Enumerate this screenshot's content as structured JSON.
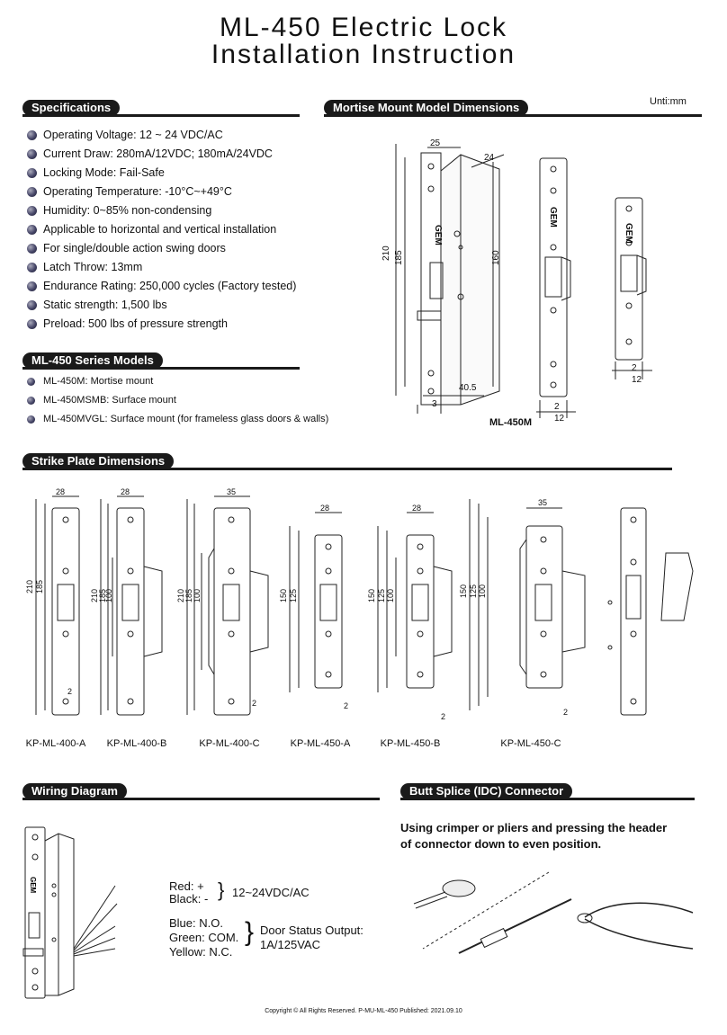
{
  "title": {
    "line1": "ML-450 Electric Lock",
    "line2": "Installation Instruction"
  },
  "unit_label": "Unti:mm",
  "specifications": {
    "heading": "Specifications",
    "items": [
      "Operating Voltage: 12 ~ 24 VDC/AC",
      "Current Draw: 280mA/12VDC; 180mA/24VDC",
      "Locking Mode: Fail-Safe",
      "Operating Temperature: -10°C~+49°C",
      "Humidity: 0~85% non-condensing",
      "Applicable to horizontal and vertical installation",
      "For single/double action swing doors",
      "Latch Throw: 13mm",
      "Endurance Rating: 250,000 cycles (Factory tested)",
      "Static strength: 1,500 lbs",
      "Preload: 500 lbs of pressure strength"
    ]
  },
  "series_models": {
    "heading": "ML-450 Series Models",
    "items": [
      "ML-450M: Mortise mount",
      "ML-450MSMB: Surface mount",
      "ML-450MVGL: Surface mount (for frameless glass doors & walls)"
    ]
  },
  "mortise": {
    "heading": "Mortise Mount Model Dimensions",
    "model_label": "ML-450M",
    "dims": {
      "d25": "25",
      "d24": "24",
      "d210": "210",
      "d185": "185",
      "d160": "160",
      "d405": "40.5",
      "d3": "3",
      "d2": "2",
      "d12": "12"
    },
    "brand": "GEM"
  },
  "strike": {
    "heading": "Strike Plate Dimensions",
    "plates": [
      {
        "label": "KP-ML-400-A",
        "width": "28",
        "dims": [
          "210",
          "185"
        ]
      },
      {
        "label": "KP-ML-400-B",
        "width": "28",
        "dims": [
          "210",
          "185",
          "100"
        ]
      },
      {
        "label": "KP-ML-400-C",
        "width": "35",
        "dims": [
          "210",
          "185",
          "100"
        ]
      },
      {
        "label": "KP-ML-450-A",
        "width": "28",
        "dims": [
          "150",
          "125"
        ]
      },
      {
        "label": "KP-ML-450-B",
        "width": "28",
        "dims": [
          "150",
          "125",
          "100"
        ]
      },
      {
        "label": "KP-ML-450-C",
        "width": "35",
        "dims": [
          "150",
          "125",
          "100"
        ]
      }
    ],
    "small_dim": "2"
  },
  "wiring": {
    "heading": "Wiring Diagram",
    "red": "Red: +",
    "black": "Black: -",
    "power": "12~24VDC/AC",
    "blue": "Blue: N.O.",
    "green": "Green: COM.",
    "yellow": "Yellow: N.C.",
    "door_status_1": "Door Status Output:",
    "door_status_2": "1A/125VAC"
  },
  "idc": {
    "heading": "Butt Splice (IDC) Connector",
    "text1": "Using crimper or pliers and pressing the header",
    "text2": "of connector down to even position."
  },
  "copyright": "Copyright © All Rights Reserved.  P-MU-ML-450  Published: 2021.09.10"
}
